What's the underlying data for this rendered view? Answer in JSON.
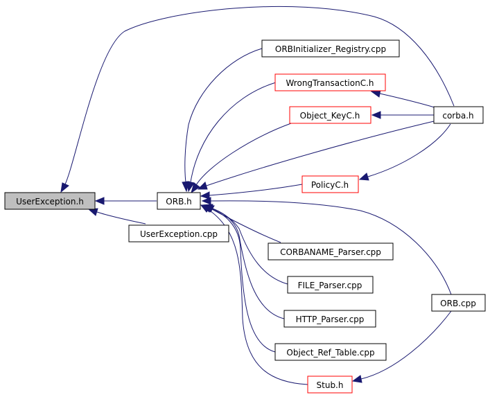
{
  "colors": {
    "edge": "#191970",
    "node_border_black": "#000000",
    "node_border_red": "#ff0000",
    "root_fill": "#bfbfbf",
    "node_fill": "#ffffff"
  },
  "nodes": {
    "user_exception_h": {
      "label": "UserException.h",
      "border": "black",
      "highlighted": true
    },
    "orb_h": {
      "label": "ORB.h",
      "border": "black"
    },
    "user_exception_cpp": {
      "label": "UserException.cpp",
      "border": "black"
    },
    "orbinitializer_registry_cpp": {
      "label": "ORBInitializer_Registry.cpp",
      "border": "black"
    },
    "wrong_transaction_c_h": {
      "label": "WrongTransactionC.h",
      "border": "red"
    },
    "object_key_c_h": {
      "label": "Object_KeyC.h",
      "border": "red"
    },
    "corba_h": {
      "label": "corba.h",
      "border": "black"
    },
    "policy_c_h": {
      "label": "PolicyC.h",
      "border": "red"
    },
    "corbaname_parser_cpp": {
      "label": "CORBANAME_Parser.cpp",
      "border": "black"
    },
    "file_parser_cpp": {
      "label": "FILE_Parser.cpp",
      "border": "black"
    },
    "http_parser_cpp": {
      "label": "HTTP_Parser.cpp",
      "border": "black"
    },
    "object_ref_table_cpp": {
      "label": "Object_Ref_Table.cpp",
      "border": "black"
    },
    "orb_cpp": {
      "label": "ORB.cpp",
      "border": "black"
    },
    "stub_h": {
      "label": "Stub.h",
      "border": "red"
    }
  }
}
